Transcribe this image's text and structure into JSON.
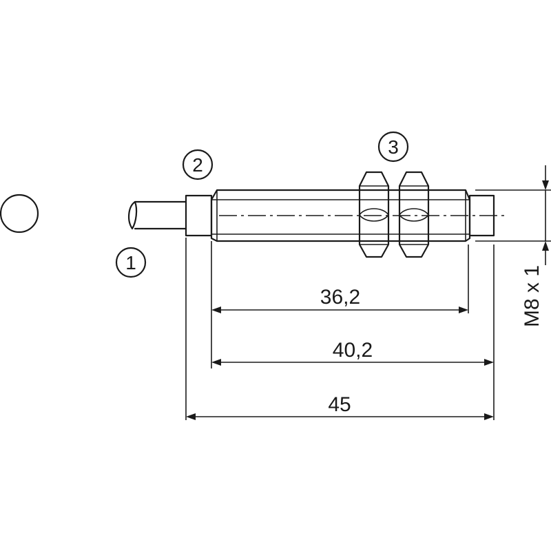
{
  "markers": {
    "cable": "1",
    "sensor_face": "2",
    "nuts": "3"
  },
  "dimensions": {
    "thread_length": "36,2",
    "housing_length": "40,2",
    "overall_length": "45",
    "thread_size": "M8 x 1"
  }
}
